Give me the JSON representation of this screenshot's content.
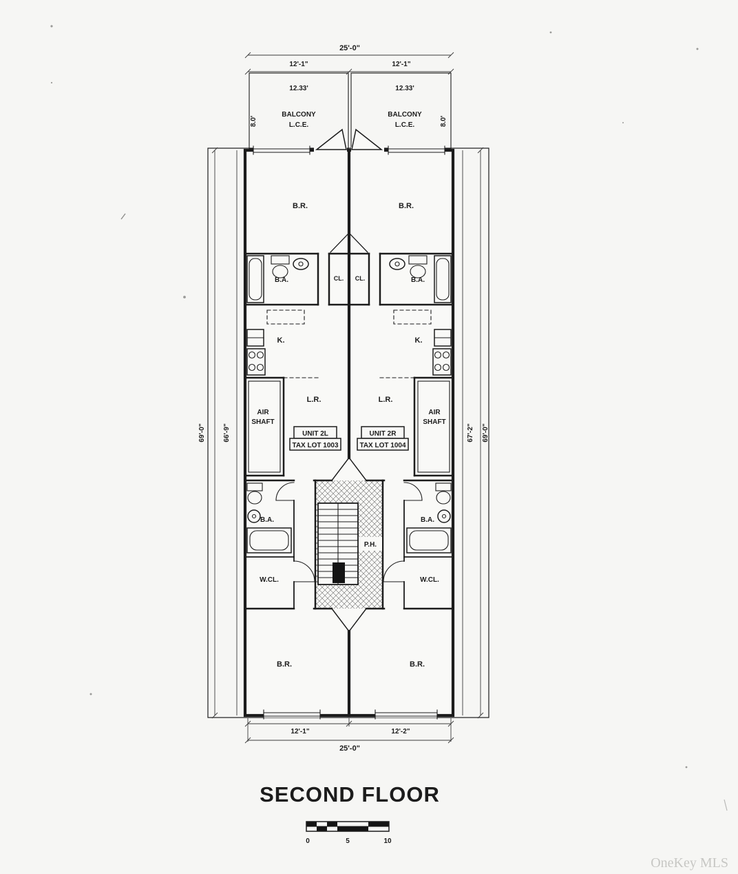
{
  "title": "SECOND FLOOR",
  "watermark": "OneKey MLS",
  "balcony": {
    "label": "BALCONY",
    "sub": "L.C.E.",
    "width": "12.33'",
    "depth": "8.0'"
  },
  "dims": {
    "overall_width": "25'-0\"",
    "top_left": "12'-1\"",
    "top_right": "12'-1\"",
    "bottom_left": "12'-1\"",
    "bottom_right": "12'-2\"",
    "side_left_outer": "69'-0\"",
    "side_left_inner": "66'-9\"",
    "side_right_inner": "67'-2\"",
    "side_right_outer": "69'-0\""
  },
  "rooms": {
    "bedroom": "B.R.",
    "bath": "B.A.",
    "closet": "CL.",
    "kitchen": "K.",
    "living": "L.R.",
    "air_line1": "AIR",
    "air_line2": "SHAFT",
    "walkin": "W.CL.",
    "hall": "P.H."
  },
  "units": {
    "left": {
      "name": "UNIT 2L",
      "tax_lot": "TAX LOT 1003"
    },
    "right": {
      "name": "UNIT 2R",
      "tax_lot": "TAX LOT 1004"
    }
  },
  "scale_bar": {
    "zero": "0",
    "five": "5",
    "ten": "10"
  }
}
